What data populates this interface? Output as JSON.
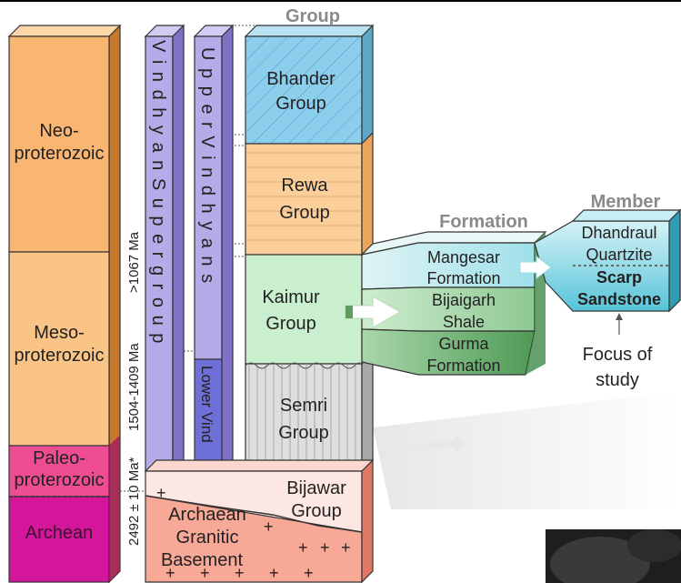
{
  "headers": {
    "group": "Group",
    "formation": "Formation",
    "member": "Member"
  },
  "eras": {
    "neo_line1": "Neo-",
    "neo_line2": "proterozoic",
    "meso_line1": "Meso-",
    "meso_line2": "proterozoic",
    "paleo_line1": "Paleo-",
    "paleo_line2": "proterozoic",
    "archean": "Archean"
  },
  "ages": {
    "a1": ">1067 Ma",
    "a2": "1504-1409 Ma",
    "a3": "2492 ± 10 Ma*",
    "plus": "+"
  },
  "supergroup": {
    "vindhyan": "V i n d h y a n   S u p e r g r o u p",
    "upper": "U p p e r   V i n d h y a n s",
    "lower": "Lower Vind"
  },
  "groups": {
    "bhander_1": "Bhander",
    "bhander_2": "Group",
    "rewa_1": "Rewa",
    "rewa_2": "Group",
    "kaimur_1": "Kaimur",
    "kaimur_2": "Group",
    "semri_1": "Semri",
    "semri_2": "Group",
    "bijawar_1": "Bijawar",
    "bijawar_2": "Group",
    "archaean_1": "Archaean",
    "archaean_2": "Granitic",
    "archaean_3": "Basement"
  },
  "formations": {
    "mangesar_1": "Mangesar",
    "mangesar_2": "Formation",
    "bijaigarh_1": "Bijaigarh",
    "bijaigarh_2": "Shale",
    "gurma_1": "Gurma",
    "gurma_2": "Formation"
  },
  "members": {
    "dhandraul_1": "Dhandraul",
    "dhandraul_2": "Quartzite",
    "scarp_1": "Scarp",
    "scarp_2": "Sandstone"
  },
  "focus": {
    "line1": "Focus of",
    "line2": "study"
  },
  "colors": {
    "orange": "#f9b672",
    "pink": "#e8448e",
    "magenta": "#d4179a",
    "purple": "#b6abe8",
    "blue_purple": "#6f6fd8",
    "bhander": "#8ccfec",
    "rewa": "#fbcf9a",
    "kaimur": "#c9efcf",
    "semri": "#dedede",
    "bijawar": "#fde7e2",
    "archaean": "#f7a897",
    "member": "#6fcde0",
    "gurma": "#5f9c60"
  }
}
